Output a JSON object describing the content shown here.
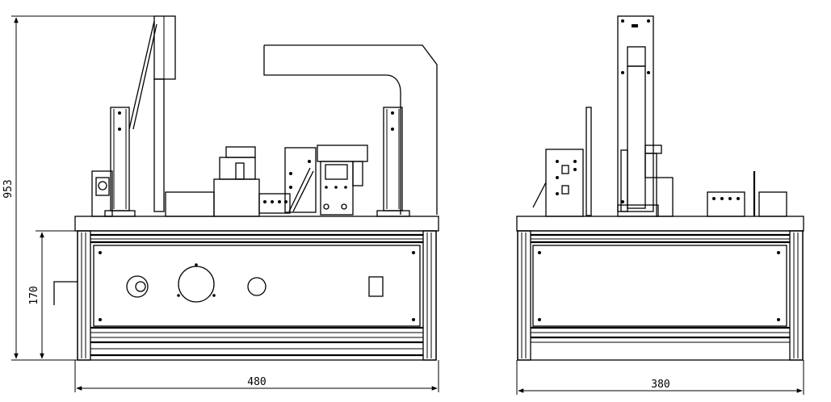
{
  "drawing": {
    "front_view": {
      "width_dim": "480",
      "total_height_dim": "953",
      "base_height_dim": "170"
    },
    "side_view": {
      "width_dim": "380"
    }
  }
}
